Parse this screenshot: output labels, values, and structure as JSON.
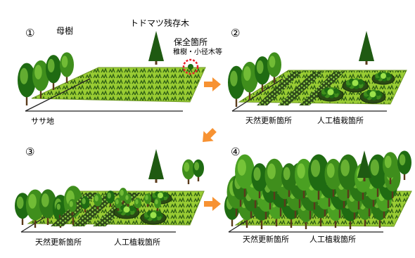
{
  "panels": [
    {
      "number": "①",
      "labels": {
        "mother_tree": "母樹",
        "todomatsu": "トドマツ残存木",
        "protected_area": "保全箇所",
        "protected_detail": "稚樹・小径木等",
        "sasa_land": "ササ地"
      }
    },
    {
      "number": "②",
      "labels": {
        "natural": "天然更新箇所",
        "planted": "人工植栽箇所"
      }
    },
    {
      "number": "③",
      "labels": {
        "natural": "天然更新箇所",
        "planted": "人工植栽箇所"
      }
    },
    {
      "number": "④",
      "labels": {
        "natural": "天然更新箇所",
        "planted": "人工植栽箇所"
      }
    }
  ],
  "colors": {
    "ground": "#99cc33",
    "ground_edge": "#6f9a24",
    "sasa": "#2f5f14",
    "tree_dark": "#1f6b12",
    "tree_mid": "#3f8e1c",
    "tree_light": "#9be24a",
    "conifer": "#1f5a12",
    "arrow": "#f79232",
    "highlight": "#e8202a"
  },
  "icons": {
    "arrow": "arrow-right-icon",
    "arrow_diag": "arrow-down-left-icon"
  }
}
